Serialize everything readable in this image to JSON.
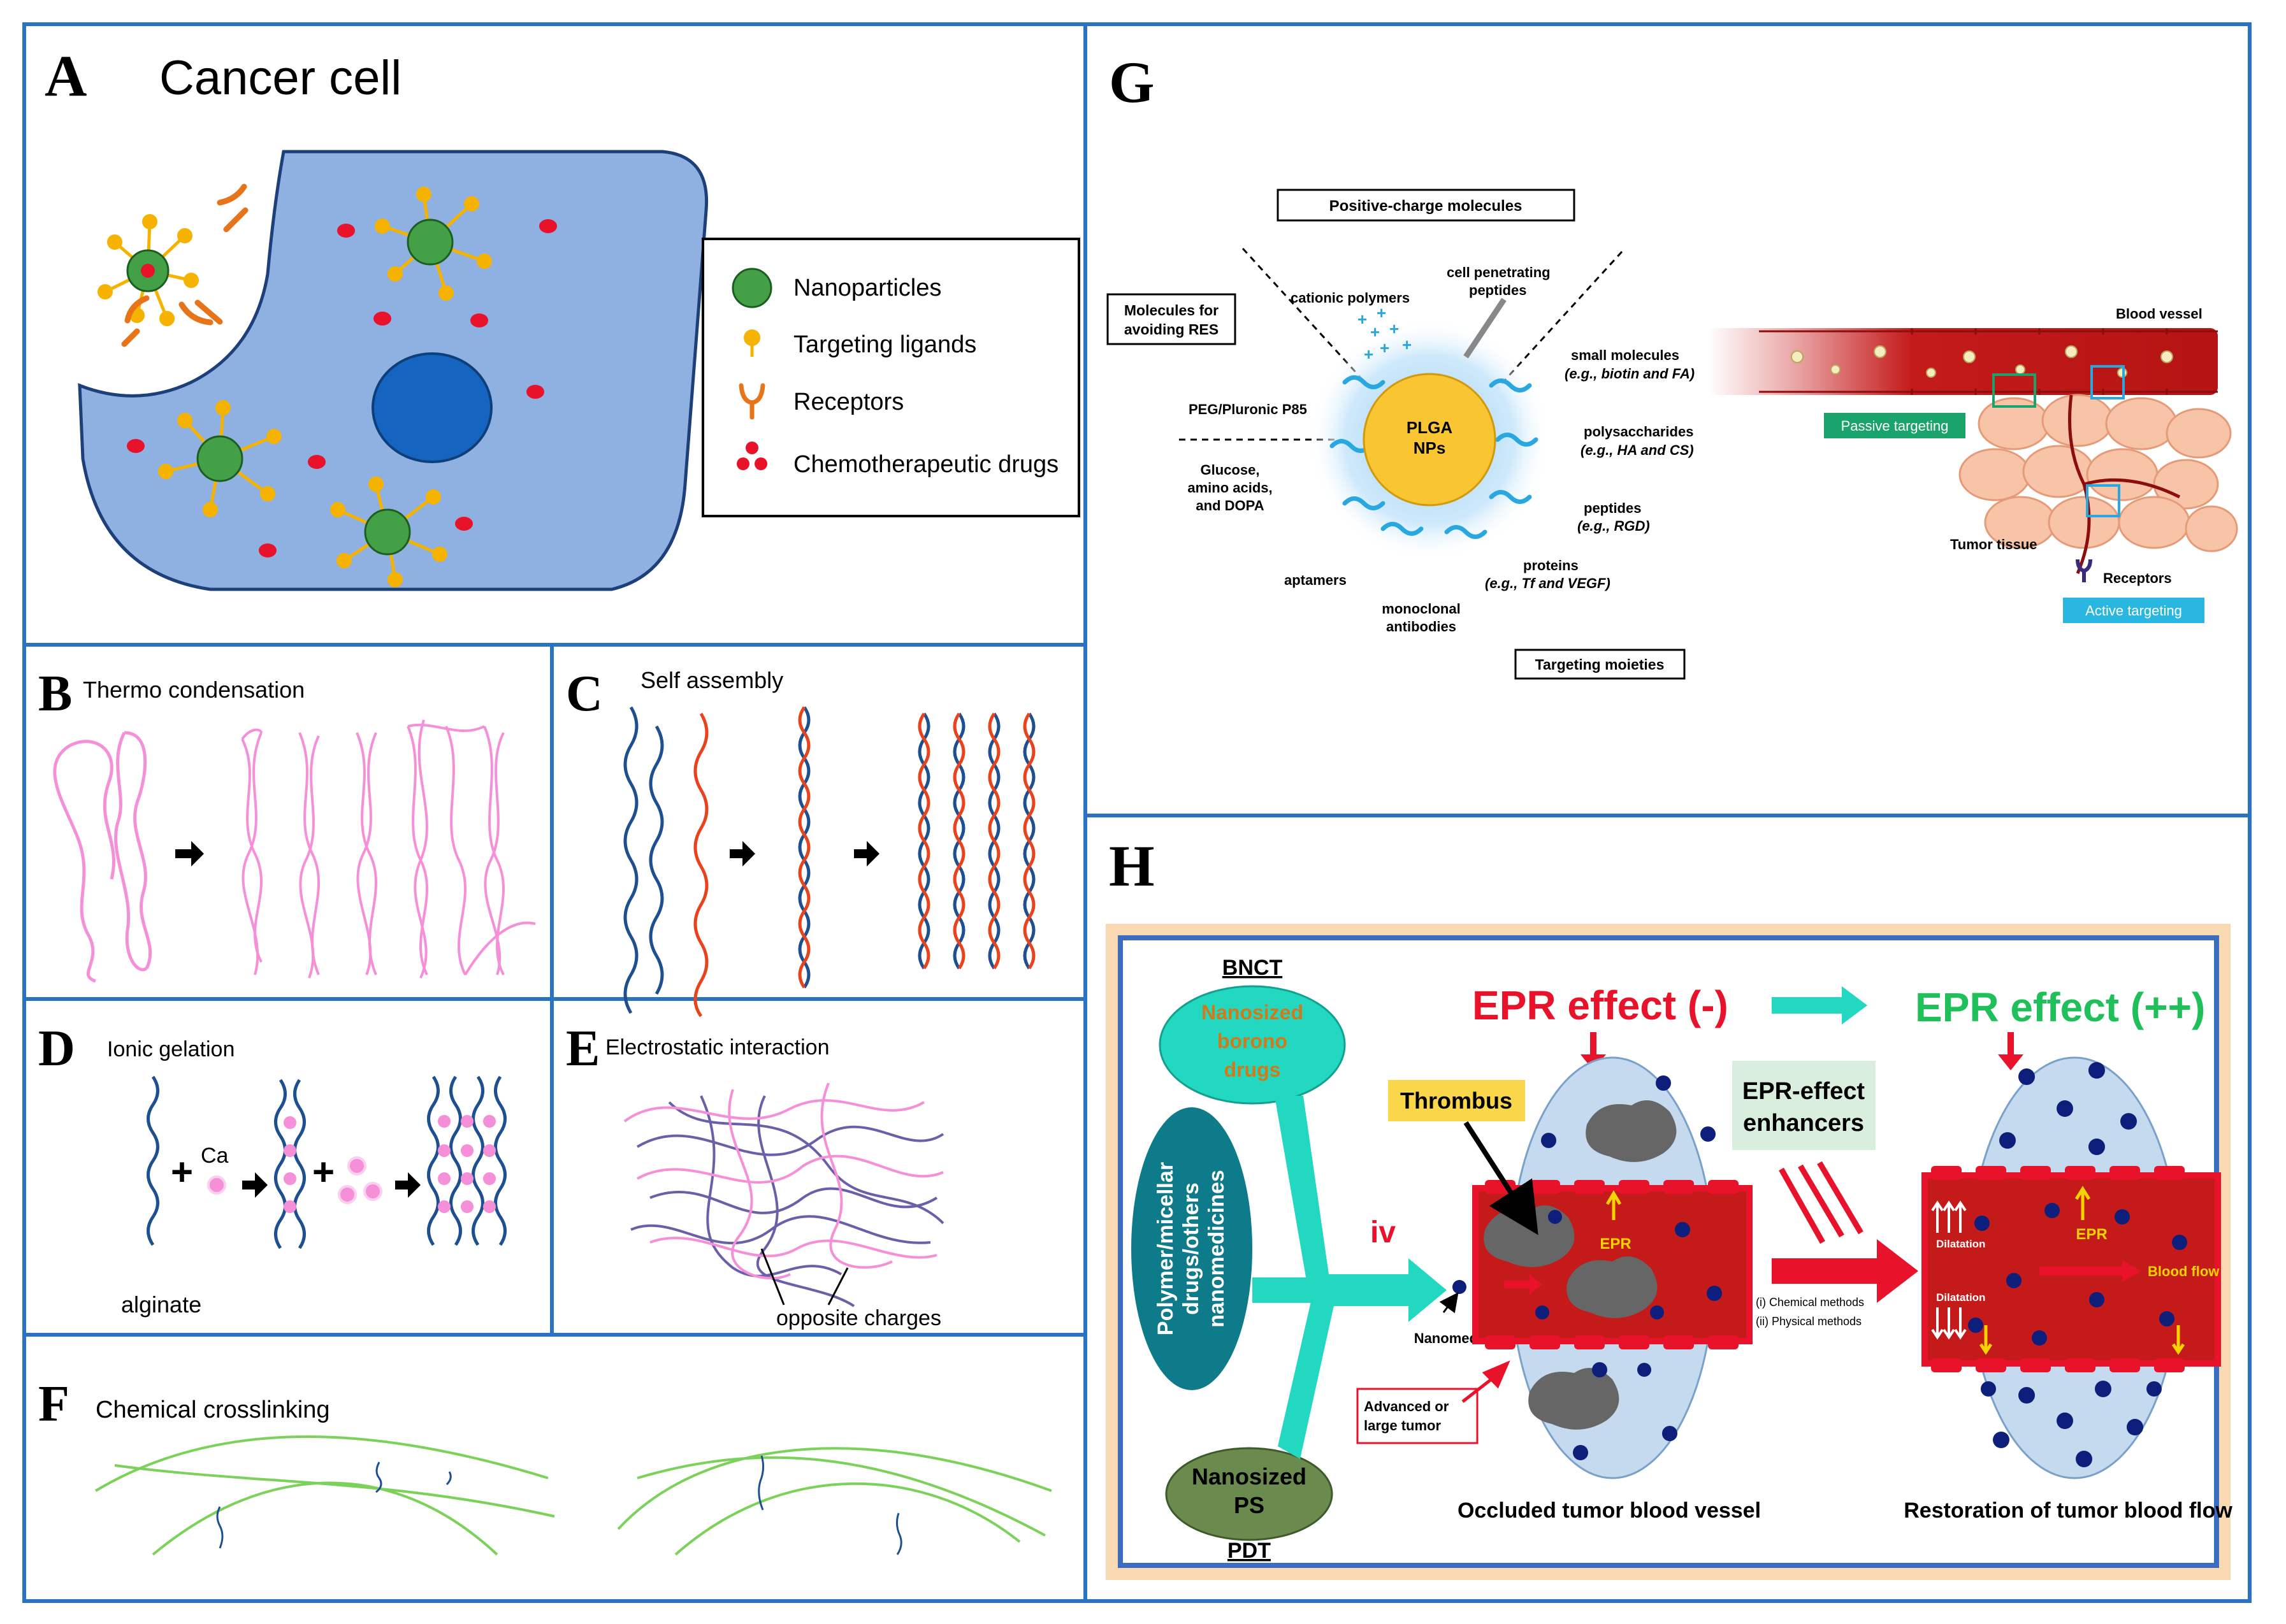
{
  "colors": {
    "frame": "#2a72c2",
    "cell": "#8fb1e2",
    "nucleus": "#1565c0",
    "nanoparticle": "#43a047",
    "ligand": "#f5b300",
    "receptor": "#e8741a",
    "drug": "#e8132b",
    "pink": "#f48fd8",
    "strand_blue": "#1d4f91",
    "strand_red": "#e8431c",
    "green_chain": "#7cd15a",
    "vessel_red": "#c41a1a",
    "teal": "#23d8c0",
    "epr_red": "#e8132b",
    "epr_green": "#1fbf5a"
  },
  "panel_a": {
    "letter": "A",
    "title": "Cancer cell",
    "legend": {
      "nanoparticles": "Nanoparticles",
      "ligands": "Targeting ligands",
      "receptors": "Receptors",
      "drugs": "Chemotherapeutic drugs"
    }
  },
  "panel_b": {
    "letter": "B",
    "title": "Thermo condensation"
  },
  "panel_c": {
    "letter": "C",
    "title": "Self assembly"
  },
  "panel_d": {
    "letter": "D",
    "title": "Ionic gelation",
    "ca": "Ca",
    "alginate": "alginate"
  },
  "panel_e": {
    "letter": "E",
    "title": "Electrostatic interaction",
    "charges": "opposite charges"
  },
  "panel_f": {
    "letter": "F",
    "title": "Chemical crosslinking"
  },
  "panel_g": {
    "letter": "G",
    "positive": "Positive-charge molecules",
    "avoid_line1": "Molecules for",
    "avoid_line2": "avoiding RES",
    "cationic": "cationic polymers",
    "cpp_line1": "cell penetrating",
    "cpp_line2": "peptides",
    "small_line1": "small molecules",
    "small_line2": "(e.g., biotin and FA)",
    "peg": "PEG/Pluronic P85",
    "plga_line1": "PLGA",
    "plga_line2": "NPs",
    "poly_line1": "polysaccharides",
    "poly_line2": "(e.g., HA and CS)",
    "glu_line1": "Glucose,",
    "glu_line2": "amino acids,",
    "glu_line3": "and DOPA",
    "pep_line1": "peptides",
    "pep_line2": "(e.g., RGD)",
    "prot_line1": "proteins",
    "prot_line2": "(e.g., Tf and VEGF)",
    "aptamers": "aptamers",
    "mono_line1": "monoclonal",
    "mono_line2": "antibodies",
    "targeting": "Targeting moieties",
    "blood_vessel": "Blood vessel",
    "passive": "Passive targeting",
    "tumor_tissue": "Tumor tissue",
    "receptors": "Receptors",
    "active": "Active targeting"
  },
  "panel_h": {
    "letter": "H",
    "bnct": "BNCT",
    "boron_line1": "Nanosized",
    "boron_line2": "borono",
    "boron_line3": "drugs",
    "poly_line1": "Polymer/micellar",
    "poly_line2": "drugs/others",
    "poly_line3": "nanomedicines",
    "ps_line1": "Nanosized",
    "ps_line2": "PS",
    "pdt": "PDT",
    "iv": "iv",
    "nanomedicines": "Nanomedicines",
    "advanced_line1": "Advanced or",
    "advanced_line2": "large tumor",
    "epr_minus": "EPR effect (-)",
    "epr_plus": "EPR effect (++)",
    "thrombus": "Thrombus",
    "enh_line1": "EPR-effect",
    "enh_line2": "enhancers",
    "epr": "EPR",
    "chem": "(i)  Chemical methods",
    "phys": "(ii)  Physical methods",
    "dilatation": "Dilatation",
    "epr2": "EPR",
    "blood_flow": "Blood flow",
    "occluded": "Occluded tumor blood vessel",
    "restoration": "Restoration of tumor blood flow"
  }
}
